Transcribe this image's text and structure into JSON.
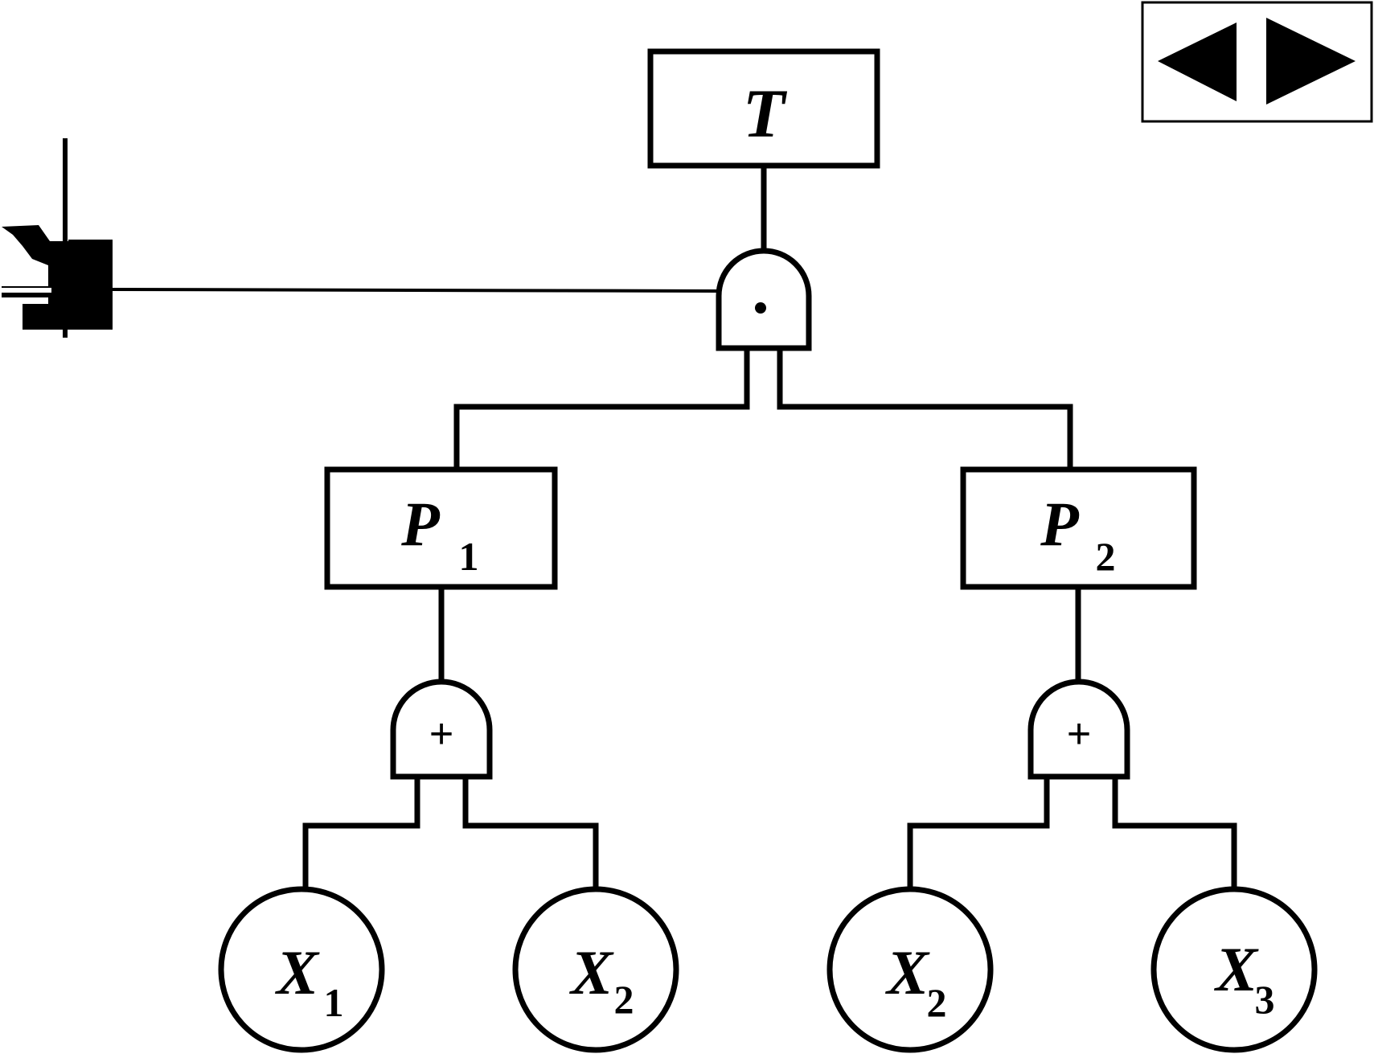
{
  "diagram": {
    "top_event": {
      "main": "T",
      "sub": ""
    },
    "top_gate": {
      "symbol": "·"
    },
    "intermediate_events": [
      {
        "main": "P",
        "sub": "1"
      },
      {
        "main": "P",
        "sub": "2"
      }
    ],
    "sub_gates": [
      {
        "symbol": "+"
      },
      {
        "symbol": "+"
      }
    ],
    "basic_events": [
      {
        "main": "X",
        "sub": "1"
      },
      {
        "main": "X",
        "sub": "2"
      },
      {
        "main": "X",
        "sub": "2"
      },
      {
        "main": "X",
        "sub": "3"
      }
    ]
  },
  "controls": {
    "prev_icon": "triangle-left-icon",
    "next_icon": "triangle-right-icon"
  }
}
